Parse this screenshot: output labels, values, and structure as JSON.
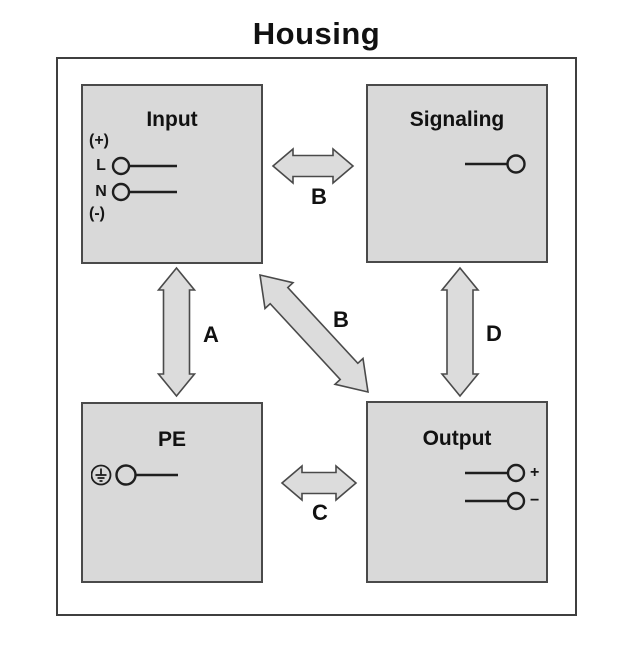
{
  "title": "Housing",
  "boxes": {
    "input": {
      "title": "Input",
      "positive_label": "(+)",
      "line_label": "L",
      "neutral_label": "N",
      "negative_label": "(-)"
    },
    "signaling": {
      "title": "Signaling"
    },
    "pe": {
      "title": "PE"
    },
    "output": {
      "title": "Output",
      "positive_label": "+",
      "negative_label": "−"
    }
  },
  "arrows": {
    "input_pe": {
      "label": "A",
      "connects": "Input ↔ PE"
    },
    "input_signaling": {
      "label": "B",
      "connects": "Input ↔ Signaling"
    },
    "input_output": {
      "label": "B",
      "connects": "Input ↔ Output"
    },
    "pe_output": {
      "label": "C",
      "connects": "PE ↔ Output"
    },
    "signaling_output": {
      "label": "D",
      "connects": "Signaling ↔ Output"
    }
  },
  "icons": {
    "earth_ground": "earth-ground-icon",
    "terminal": "terminal-circle-icon"
  },
  "colors": {
    "background": "#ffffff",
    "box_fill": "#d9d9d9",
    "box_border": "#4a4a4a",
    "arrow_fill": "#dcdcdc",
    "arrow_border": "#4a4a4a",
    "line": "#1f1f1f",
    "text": "#111111"
  }
}
